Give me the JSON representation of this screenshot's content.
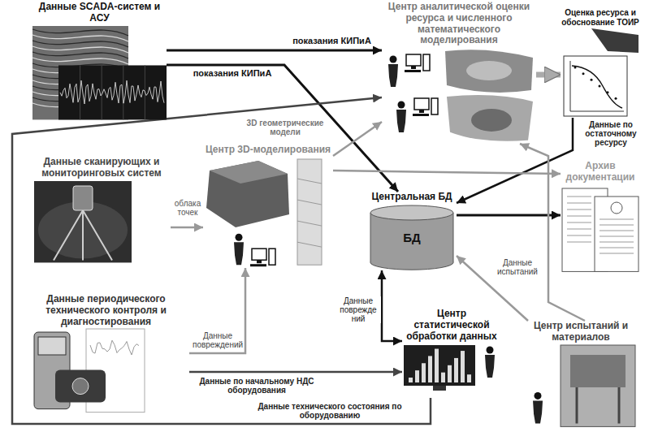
{
  "diagram": {
    "nodes": [
      {
        "text": [
          "Данные SCADA-систем и АСУ"
        ]
      },
      {
        "text": [
          "Центр аналитической оценки ресурса и численного математического моделирования"
        ]
      },
      {
        "text": [
          "Оценка ресурса и обоснование ТОИР"
        ]
      },
      {
        "text": [
          "Данные сканирующих и мониторинговых систем"
        ]
      },
      {
        "text": [
          "Центр 3D-моделирования"
        ]
      },
      {
        "text": [
          "Центральная БД",
          "БД"
        ]
      },
      {
        "text": [
          "Архив документации"
        ]
      },
      {
        "text": [
          "Данные периодического технического контроля и диагностирования"
        ]
      },
      {
        "text": [
          "Центр статистической обработки данных"
        ]
      },
      {
        "text": [
          "Центр испытаний и материалов"
        ]
      }
    ],
    "edges": [
      {
        "from": 0,
        "to": 5,
        "label": "показания КИПиА",
        "arrow": "to"
      },
      {
        "from": 0,
        "to": 1,
        "label": "показания КИПиА",
        "arrow": "to"
      },
      {
        "from": 1,
        "to": 2,
        "arrow": "to"
      },
      {
        "from": 2,
        "to": 5,
        "label": "Данные по остаточному ресурсу",
        "arrow": "to"
      },
      {
        "from": 3,
        "to": 4,
        "label": "облака точек",
        "arrow": "to"
      },
      {
        "from": 4,
        "to": 1,
        "label": "3D геометрические модели",
        "arrow": "to"
      },
      {
        "from": 4,
        "to": 6,
        "arrow": "to"
      },
      {
        "from": 5,
        "to": 6,
        "arrow": "to"
      },
      {
        "from": 7,
        "to": 4,
        "label": "Данные повреждений",
        "arrow": "to"
      },
      {
        "from": 7,
        "to": 8,
        "label": "Данные по начальному НДС оборудования",
        "arrow": "to"
      },
      {
        "from": 5,
        "to": 8,
        "label": "Данные поврежде ний",
        "arrow": "both"
      },
      {
        "from": 9,
        "to": 5,
        "label": "Данные испытаний",
        "arrow": "to"
      },
      {
        "from": 9,
        "to": 1,
        "arrow": "to"
      },
      {
        "from": 8,
        "to": 1,
        "label": "Данные технического состояния по оборудованию",
        "arrow": "to"
      }
    ]
  }
}
